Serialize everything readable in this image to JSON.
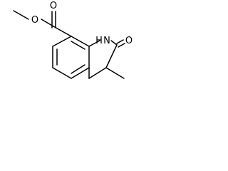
{
  "molecule": {
    "atoms": {
      "ester_carbonyl_oxygen": "O",
      "ester_ether_oxygen": "O",
      "amide_nitrogen": "N",
      "amide_hydrogen": "H",
      "amide_carbonyl_oxygen": "O"
    },
    "colors": {
      "bond": "#000000",
      "label": "#000000",
      "background": "#ffffff"
    }
  }
}
